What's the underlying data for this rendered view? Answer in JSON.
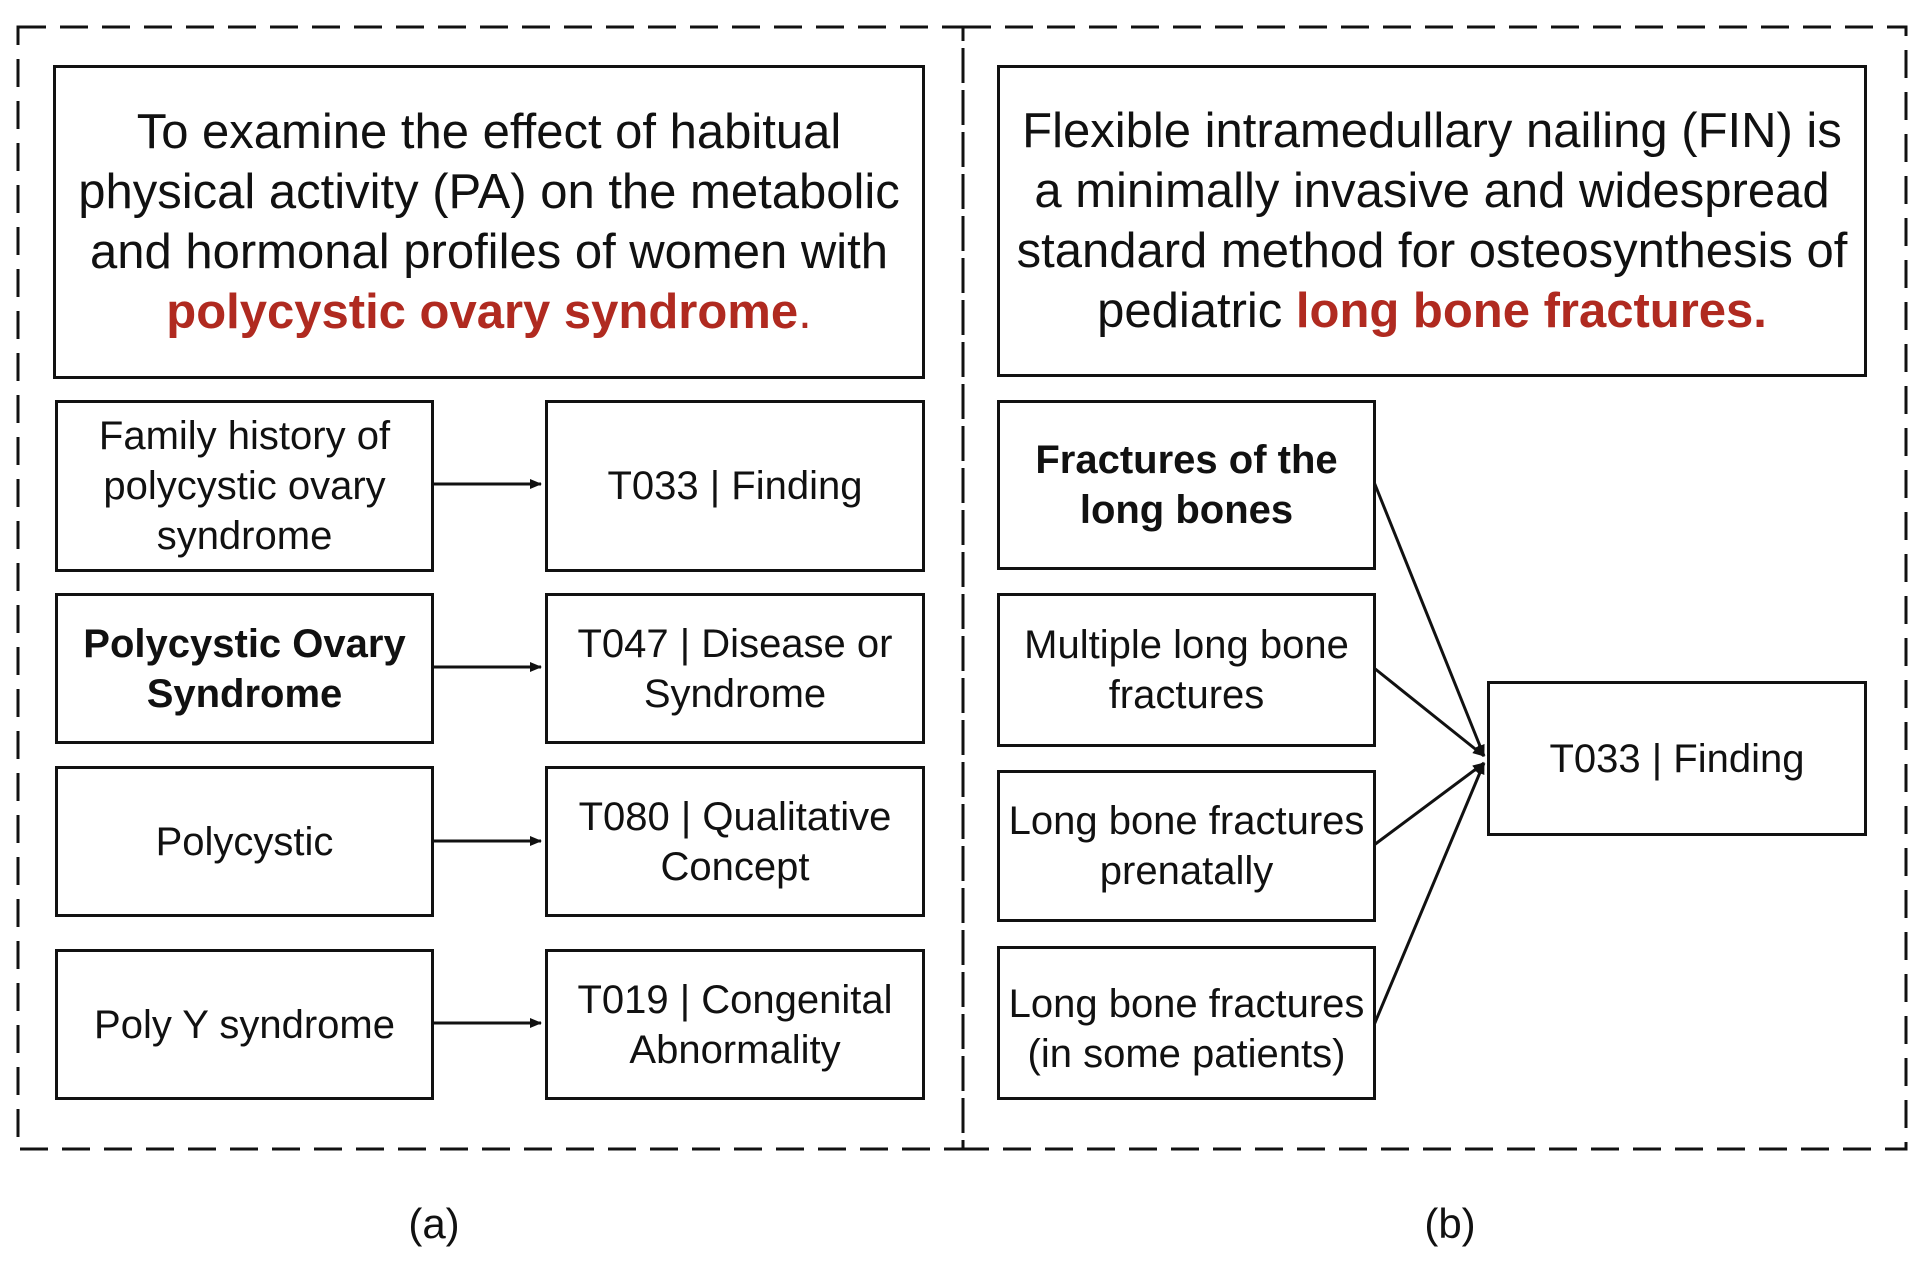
{
  "colors": {
    "highlight": "#b02a20",
    "stroke": "#111111"
  },
  "panel_a": {
    "caption": "(a)",
    "sentence": {
      "prefix": "To examine the effect of habitual physical activity (PA) on the metabolic and hormonal profiles of women with ",
      "highlight": "polycystic ovary syndrome",
      "suffix": "."
    },
    "mappings": [
      {
        "term": "Family history of polycystic ovary syndrome",
        "term_bold": false,
        "type": "T033 | Finding"
      },
      {
        "term": "Polycystic Ovary Syndrome",
        "term_bold": true,
        "type": "T047 | Disease or Syndrome"
      },
      {
        "term": "Polycystic",
        "term_bold": false,
        "type": "T080 | Qualitative Concept"
      },
      {
        "term": "Poly Y syndrome",
        "term_bold": false,
        "type": "T019 | Congenital Abnormality"
      }
    ]
  },
  "panel_b": {
    "caption": "(b)",
    "sentence": {
      "prefix": "Flexible intramedullary nailing (FIN) is a minimally invasive and widespread standard method for osteosynthesis of pediatric ",
      "highlight": "long bone fractures.",
      "suffix": ""
    },
    "terms": [
      {
        "label": "Fractures of the long bones",
        "bold": true
      },
      {
        "label": "Multiple long bone fractures",
        "bold": false
      },
      {
        "label": "Long bone fractures prenatally",
        "bold": false
      },
      {
        "label": "Long bone fractures (in some patients)",
        "bold": false
      }
    ],
    "target": "T033 | Finding"
  }
}
